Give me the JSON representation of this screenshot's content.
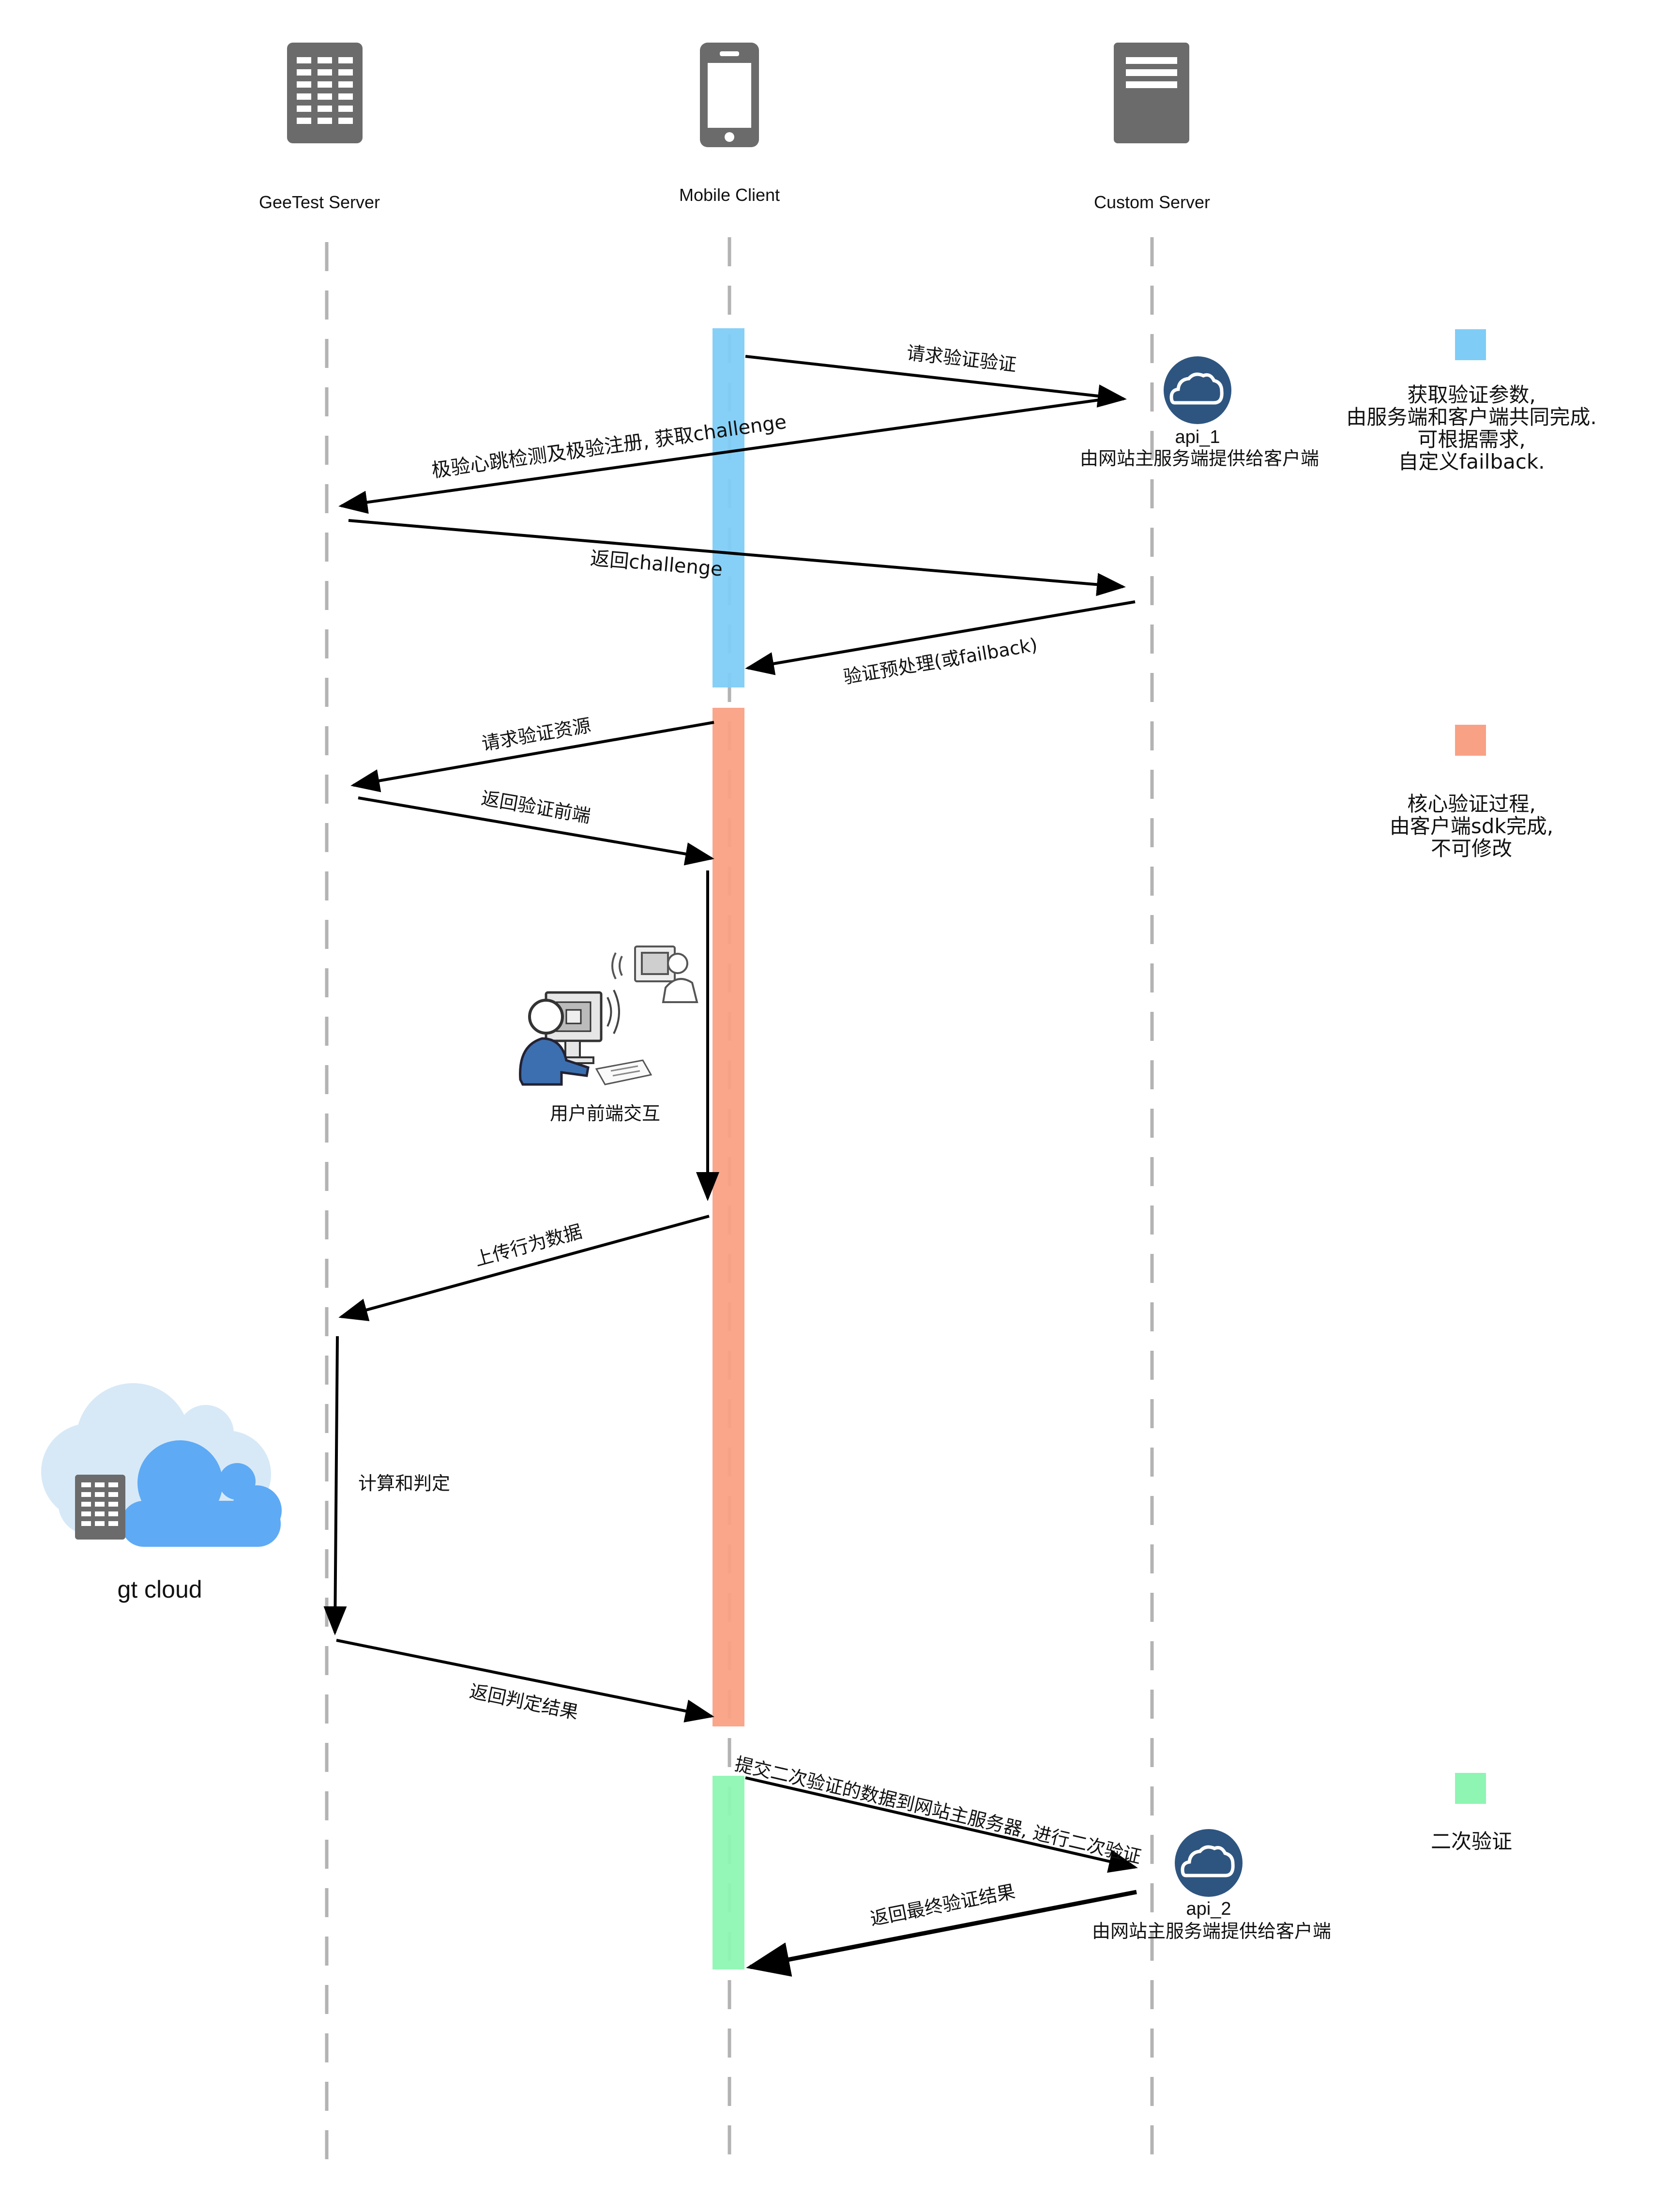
{
  "actors": {
    "geetest": "GeeTest Server",
    "mobile": "Mobile Client",
    "custom": "Custom Server"
  },
  "messages": {
    "m1": "请求验证验证",
    "m2": "极验心跳检测及极验注册, 获取challenge",
    "m3": "返回challenge",
    "m4": "验证预处理(或failback)",
    "m5": "请求验证资源",
    "m6": "返回验证前端",
    "m7": "上传行为数据",
    "m8": "计算和判定",
    "m9": "返回判定结果",
    "m10": "提交二次验证的数据到网站主服务器, 进行二次验证",
    "m11": "返回最终验证结果"
  },
  "apis": {
    "api1_name": "api_1",
    "api1_desc": "由网站主服务端提供给客户端",
    "api2_name": "api_2",
    "api2_desc": "由网站主服务端提供给客户端"
  },
  "interaction_label": "用户前端交互",
  "cloud_label": "gt cloud",
  "legend": {
    "blue": {
      "color": "#7fcdf7",
      "lines": [
        "获取验证参数,",
        "由服务端和客户端共同完成.",
        "可根据需求,",
        "自定义failback."
      ]
    },
    "orange": {
      "color": "#f9a185",
      "lines": [
        "核心验证过程,",
        "由客户端sdk完成,",
        "不可修改"
      ]
    },
    "green": {
      "color": "#8ef5b3",
      "lines": [
        "二次验证"
      ]
    }
  },
  "colors": {
    "icon_gray": "#6b6b6b",
    "api_icon": "#2e5580",
    "cloud_light": "#d7e9f7",
    "cloud_blue": "#5eaaf5"
  }
}
